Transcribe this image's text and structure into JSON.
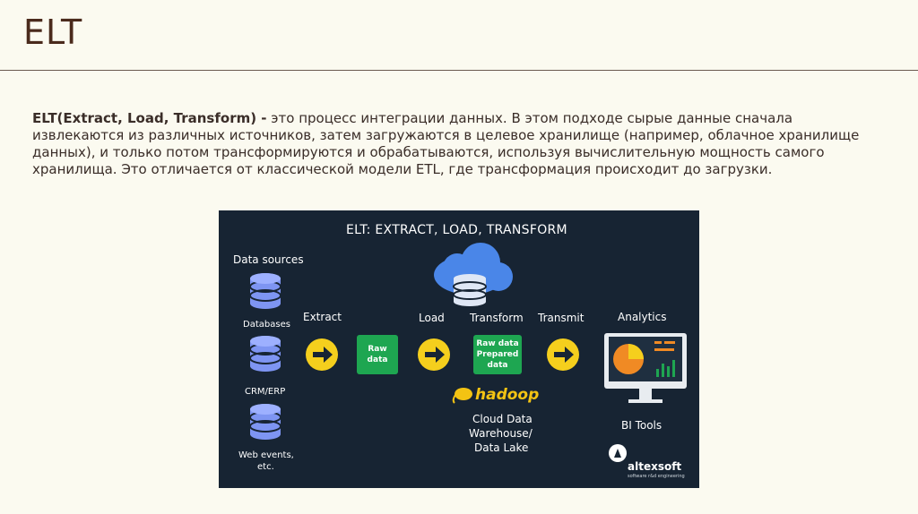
{
  "slide": {
    "title": "ELT",
    "intro_lead": "ELT(Extract, Load, Transform) -",
    "intro_body": " это процесс интеграции данных. В этом подходе сырые данные сначала извлекаются из различных источников, затем загружаются в целевое хранилище (например, облачное хранилище данных), и только потом трансформируются и обрабатываются, используя вычислительную мощность самого хранилища. Это отличается от классической модели ETL, где трансформация происходит до загрузки."
  },
  "diagram": {
    "title": "ELT: EXTRACT, LOAD, TRANSFORM",
    "sources_label": "Data sources",
    "sources": [
      "Databases",
      "CRM/ERP",
      "Web events,",
      "etc."
    ],
    "stages": {
      "extract": "Extract",
      "load": "Load",
      "transform": "Transform",
      "transmit": "Transmit",
      "analytics": "Analytics"
    },
    "raw_box": [
      "Raw",
      "data"
    ],
    "transform_box": [
      "Raw data",
      "Prepared",
      "data"
    ],
    "hadoop": "hadoop",
    "warehouse": [
      "Cloud Data",
      "Warehouse/",
      "Data Lake"
    ],
    "bi_tools": "BI Tools",
    "brand": "altexsoft",
    "brand_tagline": "software r&d engineering",
    "colors": {
      "background": "#172433",
      "db_blue": "#7e95f2",
      "arrow_yellow": "#f5cf1d",
      "green": "#1ea651",
      "pie_orange": "#f08a24",
      "bars_green": "#1ea651"
    }
  }
}
